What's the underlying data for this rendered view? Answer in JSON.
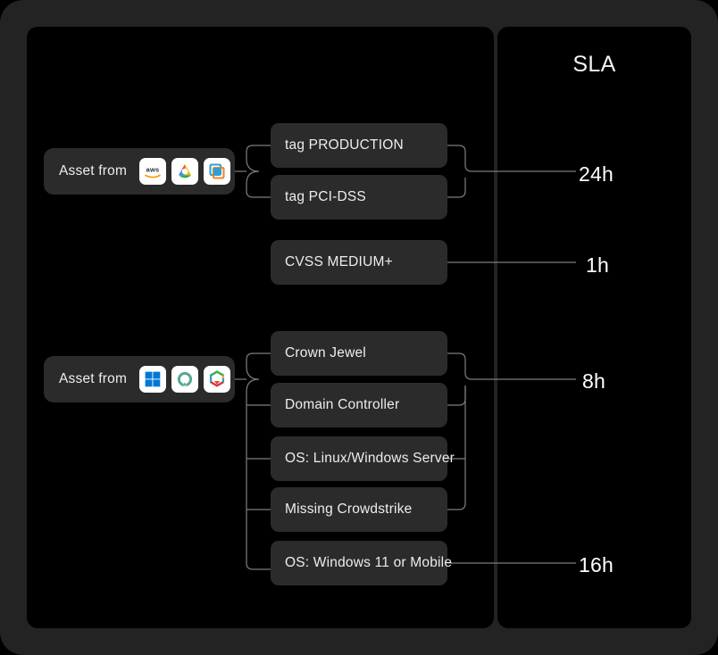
{
  "diagram": {
    "sla_column": {
      "title": "SLA",
      "values": [
        {
          "text": "24h"
        },
        {
          "text": "1h"
        },
        {
          "text": "8h"
        },
        {
          "text": "16h"
        }
      ]
    },
    "groups": [
      {
        "asset": {
          "label": "Asset from",
          "icons": [
            {
              "name": "aws-icon",
              "title": "aws"
            },
            {
              "name": "google-cloud-icon",
              "title": "Google Cloud"
            },
            {
              "name": "vmware-icon",
              "title": "VMware"
            }
          ]
        },
        "conditions": [
          {
            "label": "tag PRODUCTION"
          },
          {
            "label": "tag PCI-DSS"
          }
        ]
      },
      {
        "standalone": [
          {
            "label": "CVSS MEDIUM+"
          }
        ]
      },
      {
        "asset": {
          "label": "Asset from",
          "icons": [
            {
              "name": "windows-icon",
              "title": "Windows"
            },
            {
              "name": "qualys-icon",
              "title": "Qualys"
            },
            {
              "name": "tenable-icon",
              "title": "Tenable"
            }
          ]
        },
        "conditions": [
          {
            "label": "Crown Jewel"
          },
          {
            "label": "Domain Controller"
          },
          {
            "label": "OS: Linux/Windows Server"
          },
          {
            "label": "Missing Crowdstrike"
          },
          {
            "label": "OS: Windows 11 or Mobile"
          }
        ]
      }
    ],
    "colors": {
      "page_background": "#000000",
      "frame": "#232323",
      "panel": "#000000",
      "node_fill": "#2b2b2b",
      "node_text": "#ededed",
      "wire": "#7e7e7e",
      "sla_text": "#ffffff"
    }
  }
}
